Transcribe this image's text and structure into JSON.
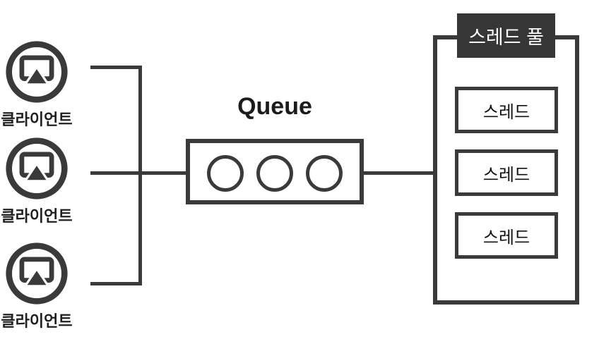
{
  "diagram": {
    "clients": [
      {
        "label": "클라이언트"
      },
      {
        "label": "클라이언트"
      },
      {
        "label": "클라이언트"
      }
    ],
    "queue": {
      "title": "Queue",
      "slot_count": 3
    },
    "thread_pool": {
      "title": "스레드 풀",
      "threads": [
        {
          "label": "스레드"
        },
        {
          "label": "스레드"
        },
        {
          "label": "스레드"
        }
      ]
    },
    "colors": {
      "stroke": "#3a3a3a",
      "header_bg": "#363636",
      "header_text": "#ffffff",
      "background": "#ffffff"
    }
  }
}
